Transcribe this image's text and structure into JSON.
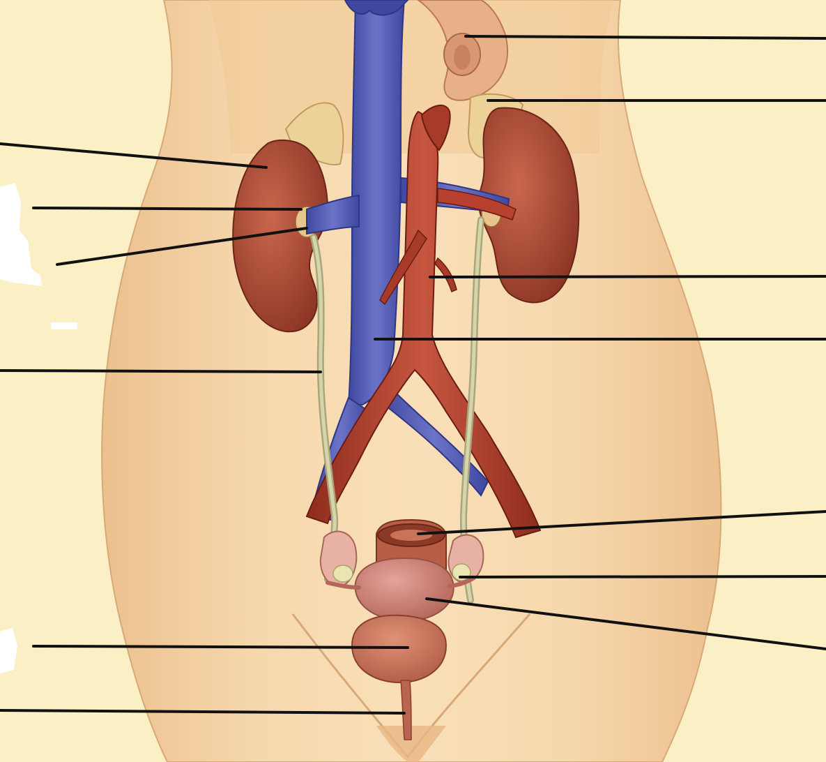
{
  "diagram": {
    "labels": [
      {
        "id": "label-stomach-lumen",
        "text": ""
      },
      {
        "id": "label-adrenal-gland-left",
        "text": ""
      },
      {
        "id": "label-kidney-right",
        "text": ""
      },
      {
        "id": "label-renal-vein",
        "text": ""
      },
      {
        "id": "label-renal-pelvis",
        "text": ""
      },
      {
        "id": "label-abdominal-aorta",
        "text": ""
      },
      {
        "id": "label-inferior-vena-cava",
        "text": ""
      },
      {
        "id": "label-ureter",
        "text": ""
      },
      {
        "id": "label-rectum",
        "text": ""
      },
      {
        "id": "label-ovary",
        "text": ""
      },
      {
        "id": "label-uterus",
        "text": ""
      },
      {
        "id": "label-urinary-bladder",
        "text": ""
      },
      {
        "id": "label-urethra",
        "text": ""
      }
    ]
  },
  "colors": {
    "background": "#fbefc6",
    "skin": "#f4d3a2",
    "skin_shadow": "#e9b883",
    "kidney": "#b0503a",
    "kidney_dark": "#8a3526",
    "adrenal": "#e8c98f",
    "vein": "#5b63b8",
    "artery": "#b8402f",
    "ureter": "#c9c79a",
    "uterus": "#c97a6e",
    "bladder": "#c8705b",
    "leader_line": "#111111"
  }
}
